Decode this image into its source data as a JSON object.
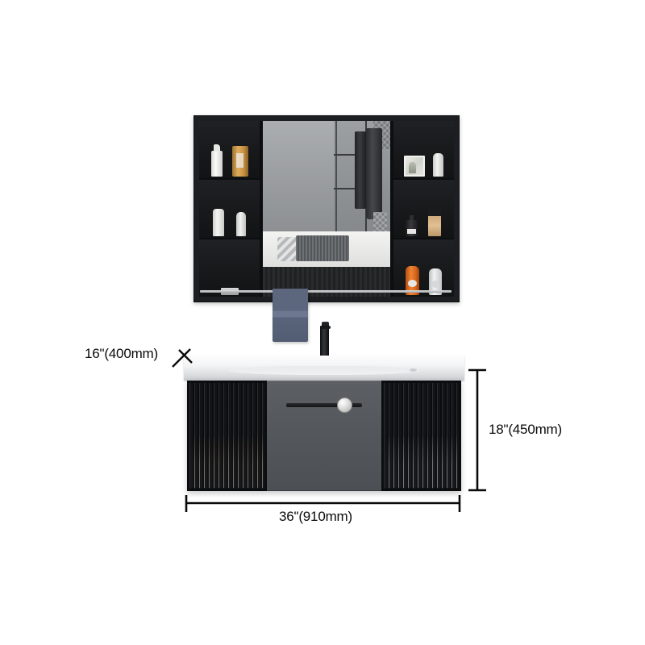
{
  "product": {
    "type": "wall-mounted-bathroom-vanity-with-mirror-cabinet",
    "finish_body": "#16171a",
    "finish_drawer": "#55595d",
    "finish_countertop": "#fdfdfd",
    "accent_hardware": "#131416"
  },
  "dimensions": {
    "width": {
      "label": "36\"(910mm)",
      "inches": 36,
      "mm": 910
    },
    "height": {
      "label": "18\"(450mm)",
      "inches": 18,
      "mm": 450
    },
    "depth": {
      "label": "16\"(400mm)",
      "inches": 16,
      "mm": 400
    }
  },
  "mirror_cabinet": {
    "name": "mirror-cabinet",
    "left_shelves": [
      {
        "items": [
          "white-pump-bottle",
          "amber-bottle"
        ]
      },
      {
        "items": [
          "white-bottle",
          "white-tube"
        ]
      },
      {
        "items": [
          "small-stacked-box"
        ]
      }
    ],
    "right_shelves": [
      {
        "items": [
          "framed-picture",
          "white-spray-bottle"
        ]
      },
      {
        "items": [
          "dark-perfume-bottle",
          "tan-black-bottle"
        ]
      },
      {
        "items": [
          "orange-bottle",
          "gray-white-bottle"
        ]
      }
    ],
    "mirror": {
      "name": "center-mirror",
      "reflection": "bedroom-scene-with-bed-gray-throw-pillows-and-dark-towels-on-rack"
    },
    "towel_rail": "towel-rail",
    "hanging_towel": "blue-gray-hanging-towel"
  },
  "vanity": {
    "countertop": "integrated-white-ceramic-basin-countertop",
    "faucet": "black-matte-single-lever-faucet",
    "left_door": "fluted-glass-door-left",
    "right_door": "fluted-glass-door-right",
    "drawer": "center-gray-drawer",
    "drawer_handle": "black-bar-handle",
    "drawer_knob": "chrome-round-knob"
  },
  "background": {
    "color": "#ffffff"
  }
}
